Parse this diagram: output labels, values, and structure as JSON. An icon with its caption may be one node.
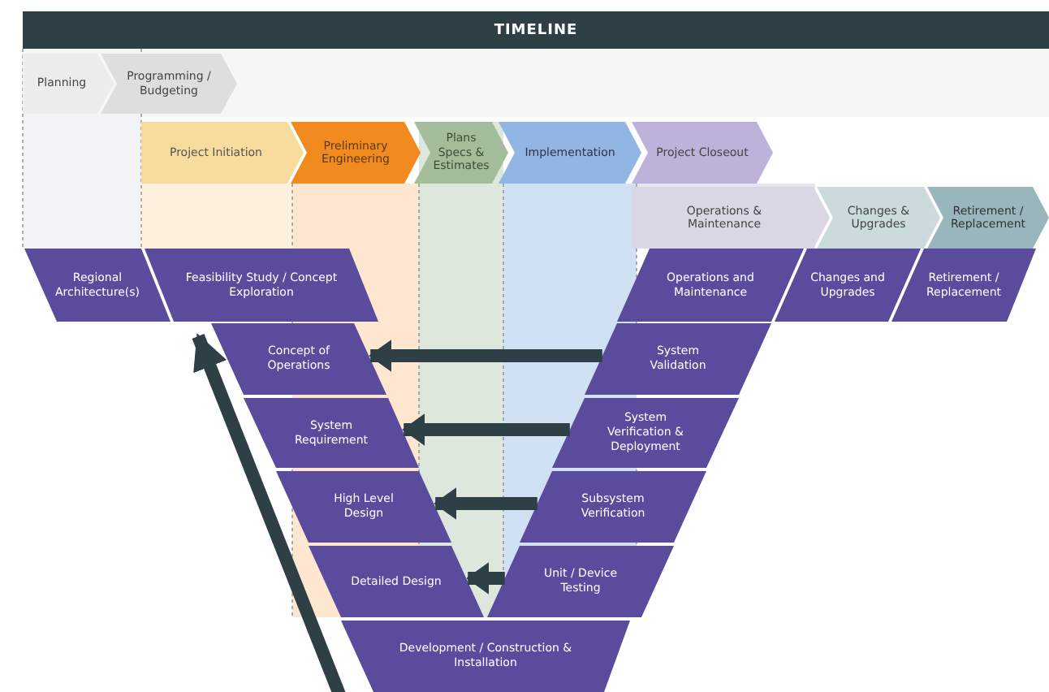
{
  "diagram": {
    "title": "TIMELINE",
    "nodes": [
      {
        "text": [
          "Planning"
        ]
      },
      {
        "text": [
          "Programming / Budgeting"
        ]
      },
      {
        "text": [
          "Project Initiation"
        ]
      },
      {
        "text": [
          "Preliminary Engineering"
        ]
      },
      {
        "text": [
          "Plans Specs & Estimates"
        ]
      },
      {
        "text": [
          "Implementation"
        ]
      },
      {
        "text": [
          "Project Closeout"
        ]
      },
      {
        "text": [
          "Operations & Maintenance"
        ]
      },
      {
        "text": [
          "Changes & Upgrades"
        ]
      },
      {
        "text": [
          "Retirement / Replacement"
        ]
      },
      {
        "text": [
          "Regional Architecture(s)"
        ]
      },
      {
        "text": [
          "Feasibility Study / Concept Exploration"
        ]
      },
      {
        "text": [
          "Concept of Operations"
        ]
      },
      {
        "text": [
          "System Requirement"
        ]
      },
      {
        "text": [
          "High Level Design"
        ]
      },
      {
        "text": [
          "Detailed Design"
        ]
      },
      {
        "text": [
          "Development / Construction & Installation"
        ]
      },
      {
        "text": [
          "Unit / Device Testing"
        ]
      },
      {
        "text": [
          "Subsystem Verification"
        ]
      },
      {
        "text": [
          "System Verification & Deployment"
        ]
      },
      {
        "text": [
          "System Validation"
        ]
      },
      {
        "text": [
          "Operations and Maintenance"
        ]
      },
      {
        "text": [
          "Changes and Upgrades"
        ]
      },
      {
        "text": [
          "Retirement / Replacement"
        ]
      }
    ],
    "edges": [
      {
        "from": 20,
        "to": 12,
        "arrow": "to"
      },
      {
        "from": 19,
        "to": 13,
        "arrow": "to"
      },
      {
        "from": 18,
        "to": 14,
        "arrow": "to"
      },
      {
        "from": 17,
        "to": 15,
        "arrow": "to"
      }
    ]
  }
}
